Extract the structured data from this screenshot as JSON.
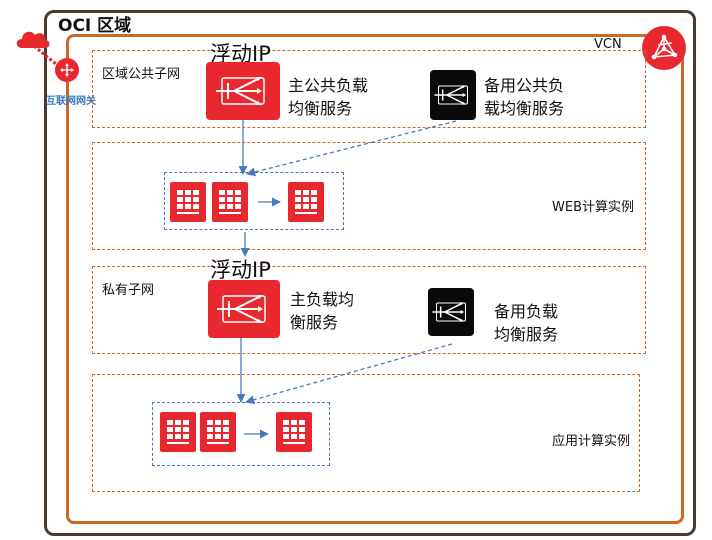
{
  "region": {
    "title": "OCI 区域"
  },
  "vcn": {
    "label": "VCN"
  },
  "gateway": {
    "label": "互联网网关"
  },
  "public_subnet": {
    "label": "区域公共子网",
    "floating_ip": "浮动IP",
    "primary_lb": [
      "主公共负载",
      "均衡服务"
    ],
    "standby_lb": [
      "备用公共负",
      "载均衡服务"
    ]
  },
  "web_subnet": {
    "label": "WEB计算实例"
  },
  "private_subnet": {
    "label": "私有子网",
    "floating_ip": "浮动IP",
    "primary_lb": [
      "主负载均",
      "衡服务"
    ],
    "standby_lb": [
      "备用负载",
      "均衡服务"
    ]
  },
  "app_subnet": {
    "label": "应用计算实例"
  },
  "colors": {
    "oracle_red": "#e8282e",
    "vcn_border": "#c8692a",
    "region_border": "#4a3a30",
    "arrow_blue": "#4a78b8"
  },
  "icons": [
    "cloud-icon",
    "router-icon",
    "vcn-icon",
    "load-balancer-icon",
    "compute-instance-icon"
  ]
}
